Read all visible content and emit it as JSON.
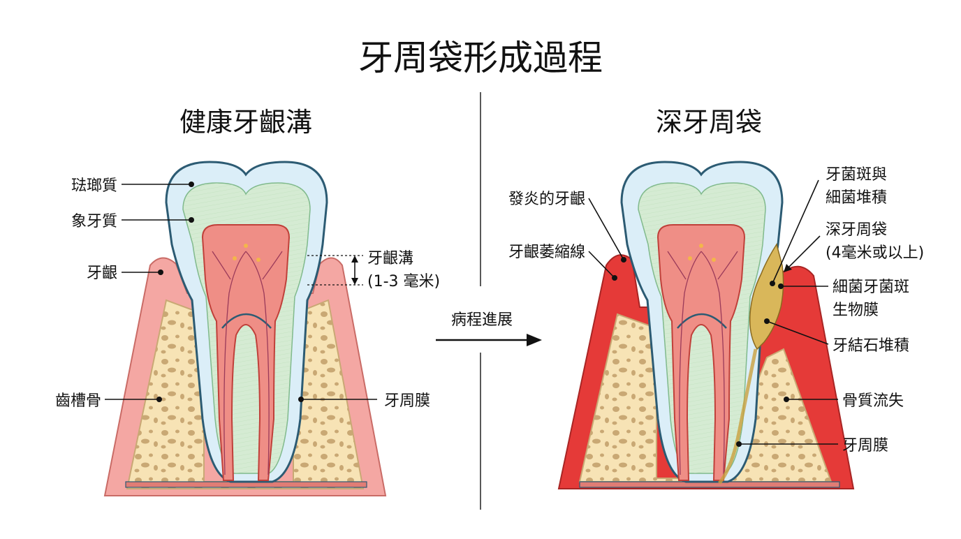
{
  "title": "牙周袋形成過程",
  "left_panel": {
    "title": "健康牙齦溝",
    "labels": {
      "enamel": "琺瑯質",
      "dentin": "象牙質",
      "gingiva": "牙齦",
      "alveolar_bone": "齒槽骨",
      "sulcus_line1": "牙齦溝",
      "sulcus_line2": "(1-3 毫米)",
      "pdl": "牙周膜"
    }
  },
  "progression_label": "病程進展",
  "right_panel": {
    "title": "深牙周袋",
    "labels": {
      "inflamed_gingiva": "發炎的牙齦",
      "recession_line": "牙齦萎縮線",
      "plaque_line1": "牙菌斑與",
      "plaque_line2": "細菌堆積",
      "pocket_line1": "深牙周袋",
      "pocket_line2": "(4毫米或以上)",
      "biofilm_line1": "細菌牙菌斑",
      "biofilm_line2": "生物膜",
      "calculus": "牙結石堆積",
      "bone_loss": "骨質流失",
      "pdl": "牙周膜"
    }
  },
  "colors": {
    "enamel": "#dbeef8",
    "dentin": "#d5ebd3",
    "pulp": "#ef8e86",
    "pulp_outline": "#c0403a",
    "gingiva": "#f4a7a3",
    "gingiva_inflamed": "#e53a38",
    "bone": "#f7e3b5",
    "bone_pores": "#c9a874",
    "outline": "#2c5b73",
    "plaque": "#d9b75a"
  }
}
